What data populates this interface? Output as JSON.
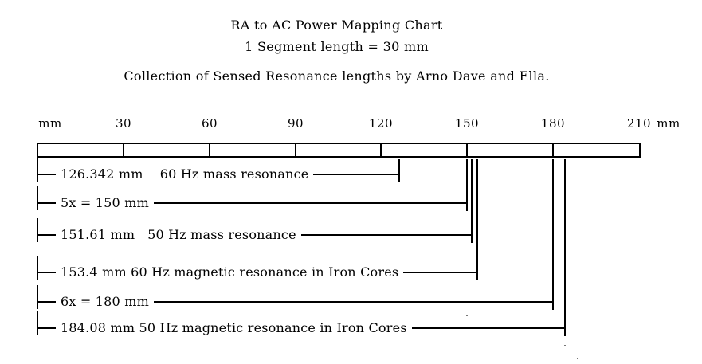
{
  "header": {
    "title": "RA to AC Power Mapping Chart",
    "subtitle": "1 Segment length = 30 mm",
    "note": "Collection of Sensed Resonance lengths by Arno Dave and Ella."
  },
  "ruler": {
    "left_unit": "mm",
    "right_unit": "mm",
    "tick_labels": [
      "30",
      "60",
      "90",
      "120",
      "150",
      "180",
      "210"
    ]
  },
  "measurements": [
    {
      "label": "126.342 mm    60 Hz mass resonance",
      "value_mm": 126.342
    },
    {
      "label": "5x = 150 mm",
      "value_mm": 150
    },
    {
      "label": "151.61 mm   50 Hz mass resonance",
      "value_mm": 151.61
    },
    {
      "label": "153.4 mm 60 Hz magnetic resonance in Iron Cores",
      "value_mm": 153.4
    },
    {
      "label": "6x = 180 mm",
      "value_mm": 180
    },
    {
      "label": "184.08 mm 50 Hz magnetic resonance in Iron Cores",
      "value_mm": 184.08
    }
  ],
  "chart_data": {
    "type": "bar",
    "orientation": "horizontal",
    "title": "RA to AC Power Mapping Chart",
    "subtitle": "1 Segment length = 30 mm",
    "annotation": "Collection of Sensed Resonance lengths by Arno Dave and Ella.",
    "unit": "mm",
    "axis": {
      "label": "mm",
      "min": 0,
      "max": 210,
      "tick_interval": 30,
      "ticks": [
        30,
        60,
        90,
        120,
        150,
        180,
        210
      ],
      "segments": 7,
      "segment_length_mm": 30
    },
    "categories": [
      "60 Hz mass resonance",
      "5x = 150 mm",
      "50 Hz mass resonance",
      "60 Hz magnetic resonance in Iron Cores",
      "6x = 180 mm",
      "50 Hz magnetic resonance in Iron Cores"
    ],
    "values": [
      126.342,
      150,
      151.61,
      153.4,
      180,
      184.08
    ],
    "legend_position": "none",
    "grid": false
  },
  "colors": {
    "line": "#000000",
    "background": "#ffffff",
    "text": "#000000"
  }
}
